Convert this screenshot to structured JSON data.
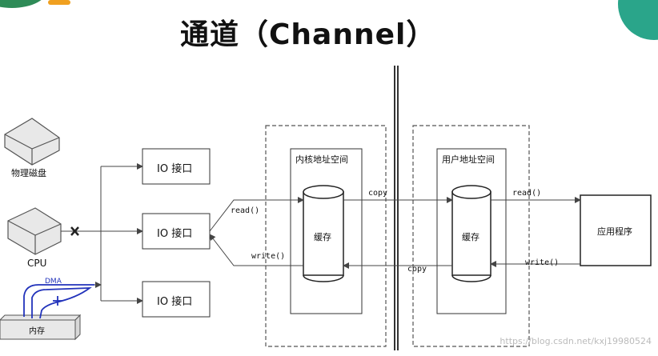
{
  "title": "通道（Channel）",
  "devices": {
    "disk": "物理磁盘",
    "cpu": "CPU",
    "memory": "内存",
    "dma": "DMA"
  },
  "io_ports": [
    "IO 接口",
    "IO 接口",
    "IO 接口"
  ],
  "kernel_space": {
    "label": "内核地址空间",
    "cache": "缓存"
  },
  "user_space": {
    "label": "用户地址空间",
    "cache": "缓存"
  },
  "application": "应用程序",
  "arrows": {
    "read_left": "read()",
    "write_left": "write()",
    "copy_top": "copy",
    "copy_bottom": "copy",
    "read_right": "read()",
    "write_right": "write()"
  },
  "watermark": "https://blog.csdn.net/kxj19980524"
}
